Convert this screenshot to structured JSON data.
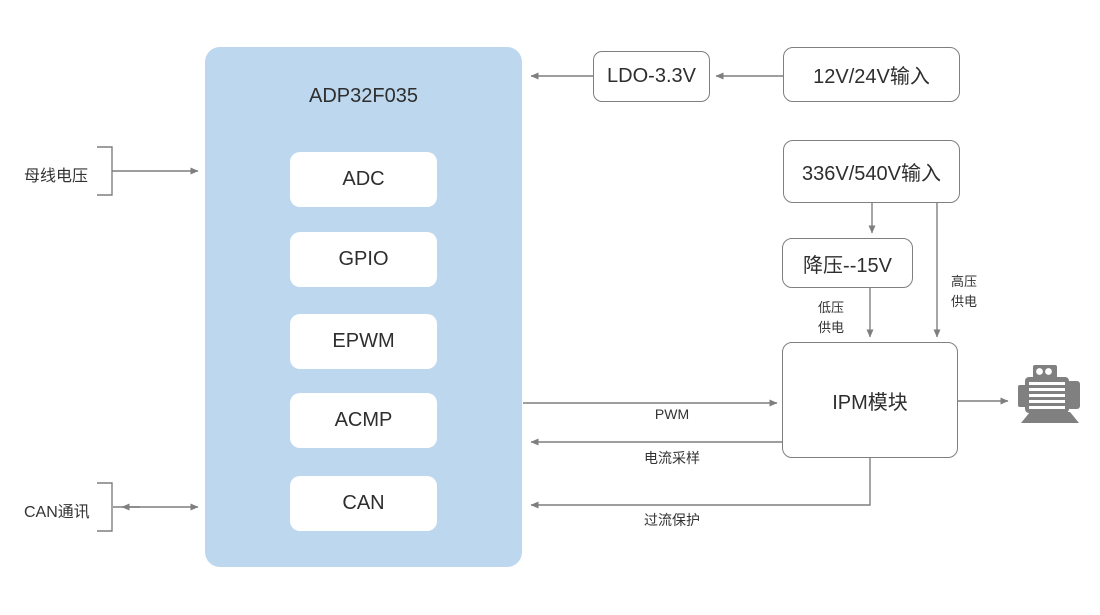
{
  "diagram": {
    "mcu": {
      "title": "ADP32F035",
      "peripherals": [
        "ADC",
        "GPIO",
        "EPWM",
        "ACMP",
        "CAN"
      ]
    },
    "nodes": {
      "ldo": "LDO-3.3V",
      "input_lv": "12V/24V输入",
      "input_hv": "336V/540V输入",
      "buck": "降压--15V",
      "ipm": "IPM模块"
    },
    "left_labels": {
      "bus_voltage": "母线电压",
      "can_comm": "CAN通讯"
    },
    "edge_labels": {
      "pwm": "PWM",
      "current_sampling": "电流采样",
      "overcurrent_protection": "过流保护",
      "hv_supply": [
        "高压",
        "供电"
      ],
      "lv_supply": [
        "低压",
        "供电"
      ]
    },
    "icons": {
      "motor": "motor-icon"
    },
    "colors": {
      "mcu_fill": "#BDD7EE",
      "box_border": "#7F7F7F",
      "arrow": "#7F7F7F",
      "text": "#333333",
      "motor_icon": "#808080"
    }
  }
}
